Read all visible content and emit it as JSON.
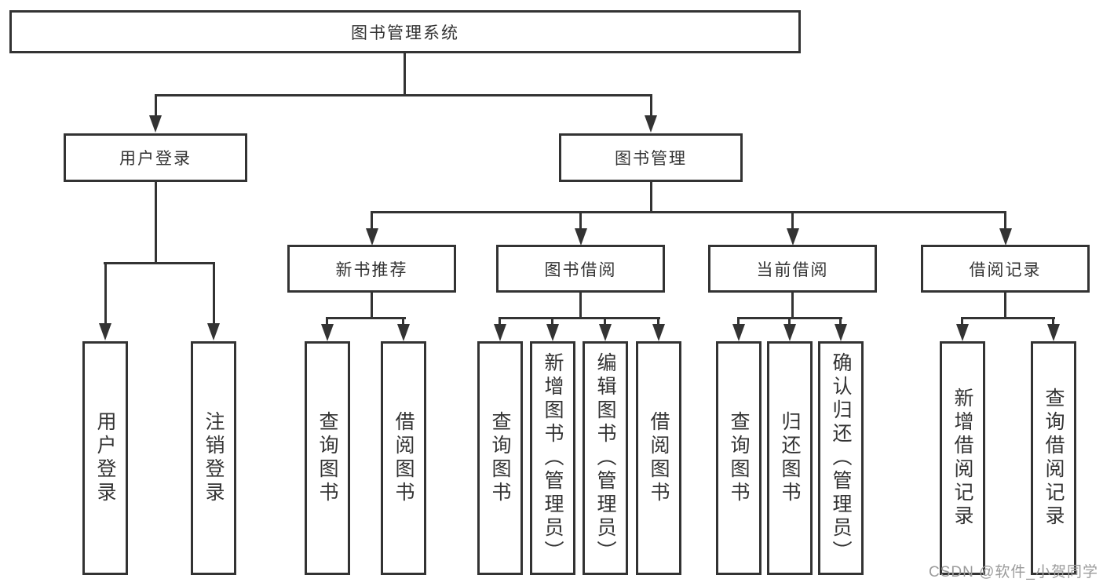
{
  "diagram": {
    "root": {
      "label": "图书管理系统"
    },
    "login": {
      "label": "用户登录",
      "children": [
        {
          "label": "用户登录"
        },
        {
          "label": "注销登录"
        }
      ]
    },
    "mgmt": {
      "label": "图书管理"
    },
    "groups": [
      {
        "label": "新书推荐",
        "children": [
          {
            "label": "查询图书"
          },
          {
            "label": "借阅图书"
          }
        ]
      },
      {
        "label": "图书借阅",
        "children": [
          {
            "label": "查询图书"
          },
          {
            "label": "新增图书（管理员）"
          },
          {
            "label": "编辑图书（管理员）"
          },
          {
            "label": "借阅图书"
          }
        ]
      },
      {
        "label": "当前借阅",
        "children": [
          {
            "label": "查询图书"
          },
          {
            "label": "归还图书"
          },
          {
            "label": "确认归还（管理员）"
          }
        ]
      },
      {
        "label": "借阅记录",
        "children": [
          {
            "label": "新增借阅记录"
          },
          {
            "label": "查询借阅记录"
          }
        ]
      }
    ],
    "watermark": "CSDN @软件_小贺同学",
    "colors": {
      "line": "#333333",
      "text": "#333333",
      "background": "#ffffff",
      "watermark": "#9b9b9b"
    }
  }
}
